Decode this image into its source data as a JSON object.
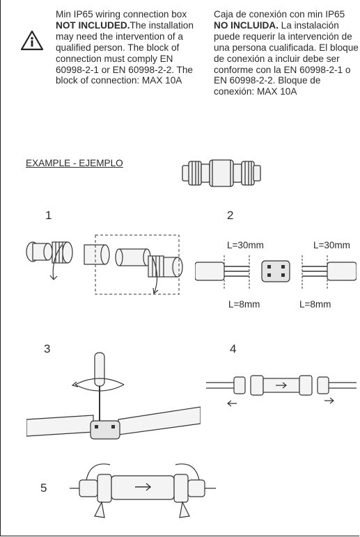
{
  "warning": {
    "en": {
      "p1": "Min IP65 wiring connection box ",
      "b1": "NOT INCLUDED.",
      "p2": "The installation may need the intervention of a qualified person. The block of connection must comply EN 60998-2-1 or EN 60998-2-2. The block of connection: MAX 10A"
    },
    "es": {
      "p1": "Caja de conexión con min IP65 ",
      "b1": "NO INCLUIDA.",
      "p2": " La instalación puede requerir la intervención de una persona cualificada. El bloque de conexión a incluir debe ser conforme con la EN 60998-2-1 o EN 60998-2-2. Bloque de conexión: MAX 10A"
    },
    "icon": "warning-triangle-icon"
  },
  "example_label": "EXAMPLE - EJEMPLO",
  "steps": [
    "1",
    "2",
    "3",
    "4",
    "5"
  ],
  "dimensions": {
    "left_strip": "L=30mm",
    "right_strip": "L=30mm",
    "left_wire": "L=8mm",
    "right_wire": "L=8mm"
  }
}
